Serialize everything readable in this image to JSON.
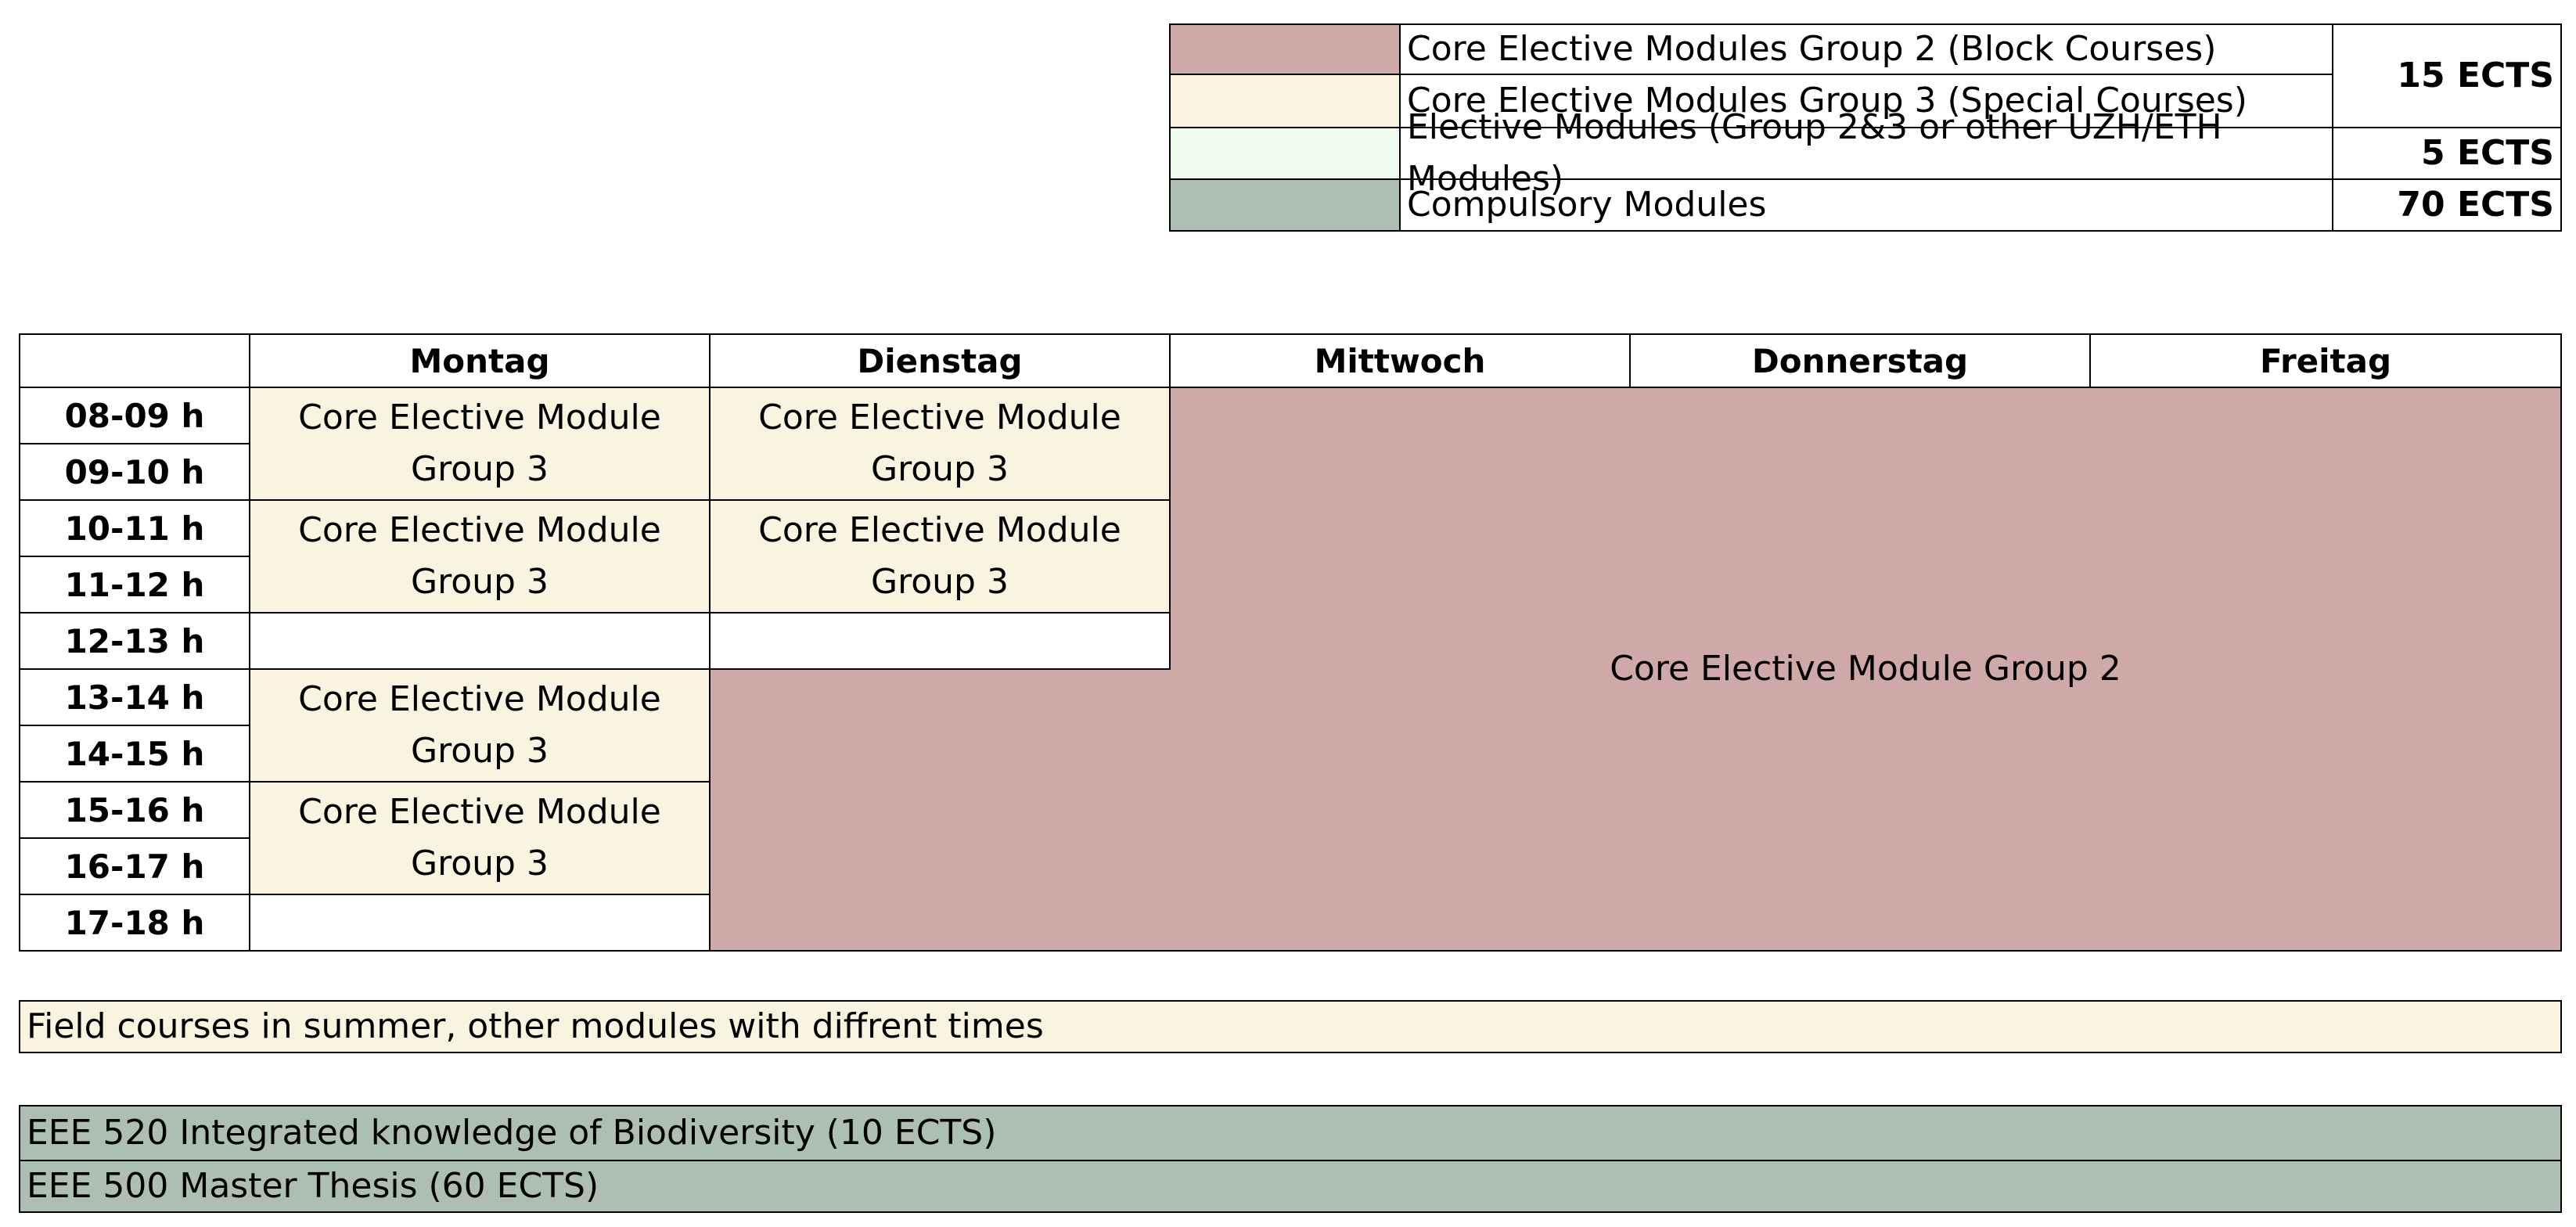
{
  "colors": {
    "group2": "#cfa9a8",
    "group3": "#faf3e0",
    "elective": "#eefcef",
    "compulsory": "#adbfb3"
  },
  "legend": {
    "group2_label": "Core Elective Modules Group 2 (Block Courses)",
    "group3_label": "Core Elective Modules Group 3 (Special Courses)",
    "elective_label": "Elective Modules (Group 2&3 or other UZH/ETH Modules)",
    "compulsory_label": "Compulsory Modules",
    "ects_group23": "15 ECTS",
    "ects_elective": "5 ECTS",
    "ects_compulsory": "70 ECTS"
  },
  "schedule": {
    "days": [
      "Montag",
      "Dienstag",
      "Mittwoch",
      "Donnerstag",
      "Freitag"
    ],
    "times": [
      "08-09 h",
      "09-10 h",
      "10-11 h",
      "11-12 h",
      "12-13 h",
      "13-14 h",
      "14-15 h",
      "15-16 h",
      "16-17 h",
      "17-18 h"
    ],
    "group3_line1": "Core Elective Module",
    "group3_line2": "Group 3",
    "group2_label": "Core Elective Module Group 2"
  },
  "notes": {
    "field_courses": "Field courses in summer, other modules with diffrent times"
  },
  "compulsory": [
    "EEE 520 Integrated knowledge of Biodiversity (10 ECTS)",
    "EEE 500 Master Thesis (60 ECTS)"
  ]
}
